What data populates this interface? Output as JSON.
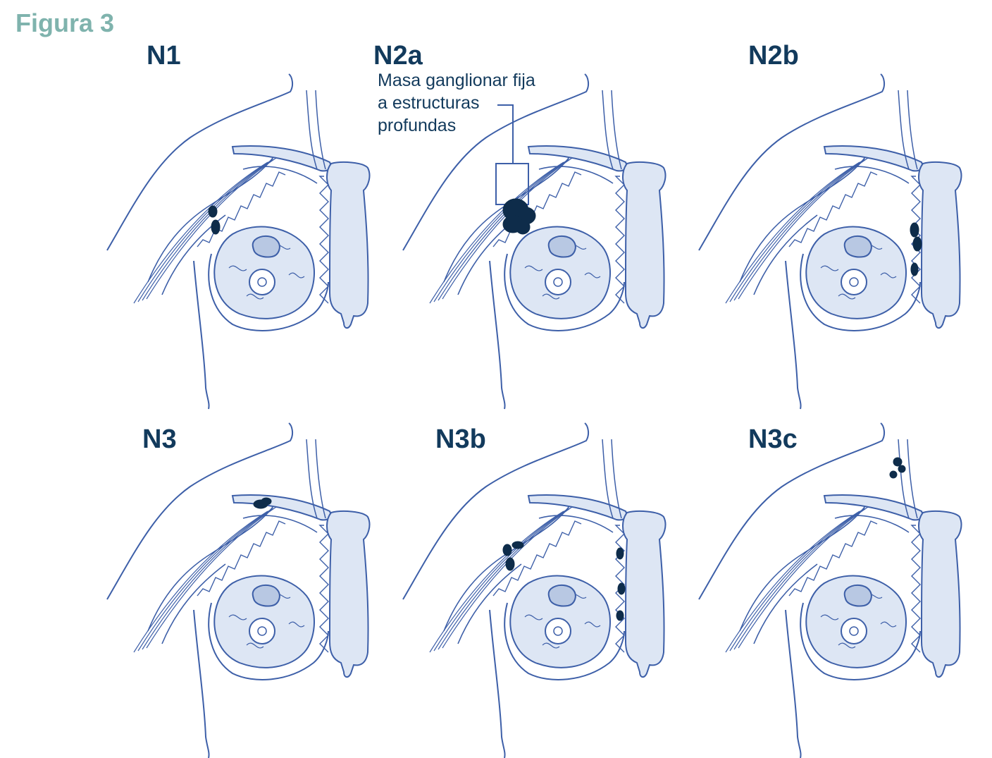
{
  "figure_title": "Figura 3",
  "colors": {
    "title": "#7fb3ad",
    "label": "#123a5c",
    "line": "#3d5fa8",
    "fill": "#dde6f4",
    "node": "#0e2c4a"
  },
  "panels": [
    {
      "id": "n1",
      "label": "N1",
      "highlight": "axillary-low"
    },
    {
      "id": "n2a",
      "label": "N2a",
      "highlight": "axillary-fixed-mass"
    },
    {
      "id": "n2b",
      "label": "N2b",
      "highlight": "internal-mammary"
    },
    {
      "id": "n3",
      "label": "N3",
      "highlight": "infraclavicular"
    },
    {
      "id": "n3b",
      "label": "N3b",
      "highlight": "axillary-and-internal-mammary"
    },
    {
      "id": "n3c",
      "label": "N3c",
      "highlight": "supraclavicular"
    }
  ],
  "annotation": {
    "lines": [
      "Masa ganglionar fija",
      "a estructuras",
      "profundas"
    ]
  }
}
